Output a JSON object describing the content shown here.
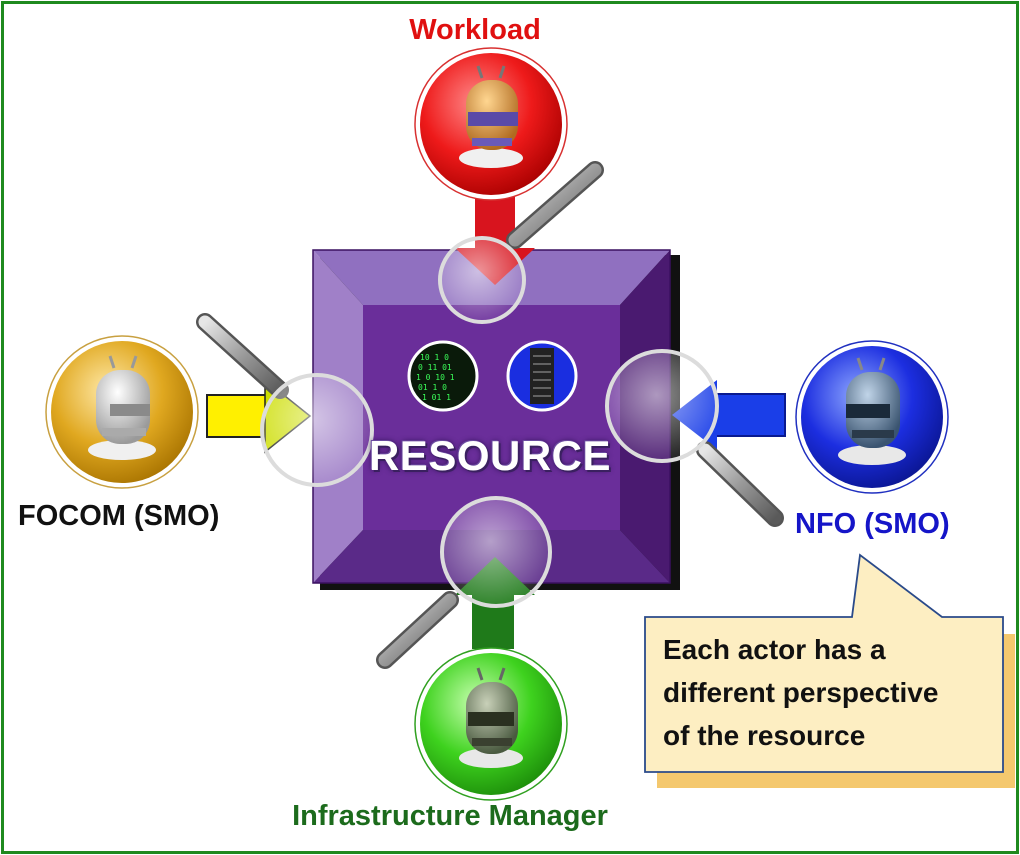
{
  "actors": {
    "workload": "Workload",
    "focom": "FOCOM (SMO)",
    "nfo": "NFO (SMO)",
    "infrastructure": "Infrastructure Manager"
  },
  "resource": {
    "label": "RESOURCE"
  },
  "callout": {
    "lines": [
      "Each actor has a",
      "different perspective",
      "of the resource"
    ]
  },
  "colors": {
    "border": "#1f8a1f",
    "workload": "#e01010",
    "focom": "#d9a21e",
    "nfo": "#1515c8",
    "infrastructure": "#1c6b1c",
    "resource": "#6a2e9a",
    "callout_fill": "#fdeec2"
  }
}
